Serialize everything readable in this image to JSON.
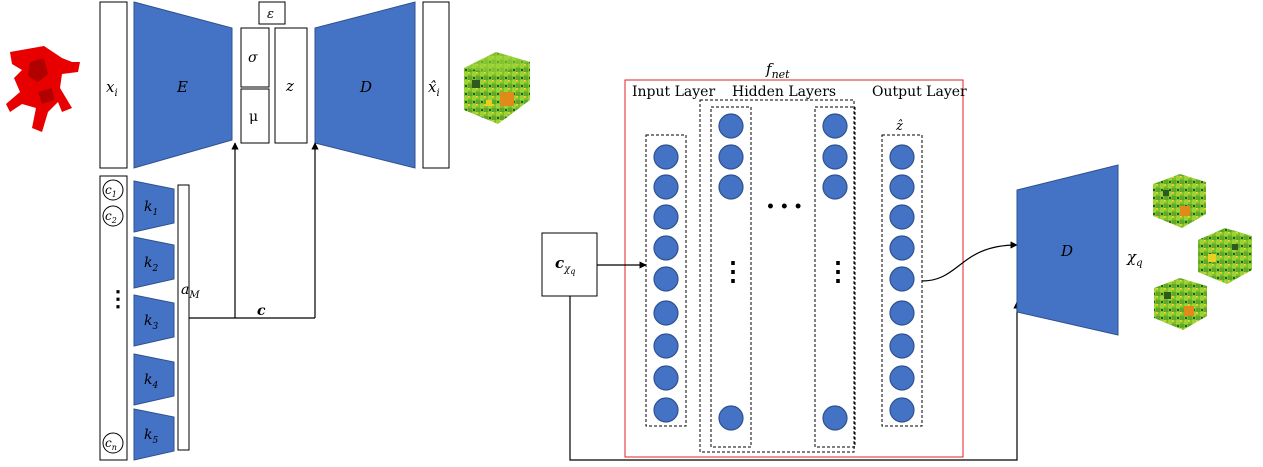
{
  "encoder_decoder": {
    "input_label": "x",
    "input_sub": "i",
    "encoder_label": "E",
    "epsilon_label": "ε",
    "sigma_label": "σ",
    "mu_label": "μ",
    "latent_label": "z",
    "decoder_label": "D",
    "output_label": "x̂",
    "output_sub": "i"
  },
  "conditions": {
    "c1": "c",
    "c1_sub": "1",
    "c2": "c",
    "c2_sub": "2",
    "dots": "⋮",
    "cn": "c",
    "cn_sub": "n",
    "kernels": [
      {
        "label": "k",
        "sub": "1"
      },
      {
        "label": "k",
        "sub": "2"
      },
      {
        "label": "k",
        "sub": "3"
      },
      {
        "label": "k",
        "sub": "4"
      },
      {
        "label": "k",
        "sub": "5"
      }
    ],
    "aggregate_label": "a",
    "aggregate_sub": "M",
    "c_vector_label": "c"
  },
  "fnet": {
    "title": "f",
    "title_sub": "net",
    "input_layer": "Input Layer",
    "hidden_layers": "Hidden Layers",
    "output_layer": "Output Layer",
    "z_hat": "ẑ",
    "hdots": "• • •",
    "vdots": "⋮"
  },
  "query": {
    "c_label": "c",
    "c_sub": "χ",
    "c_subsub": "q",
    "decoder_label": "D",
    "output_label": "χ",
    "output_sub": "q"
  },
  "colors": {
    "blue": "#4472C4",
    "blue_stroke": "#2F528F",
    "red_frame": "#E02020",
    "red_shape": "#E80000",
    "voxel_green": "#7CC02A",
    "voxel_yellow": "#E8D020",
    "voxel_orange": "#E08A1A"
  }
}
